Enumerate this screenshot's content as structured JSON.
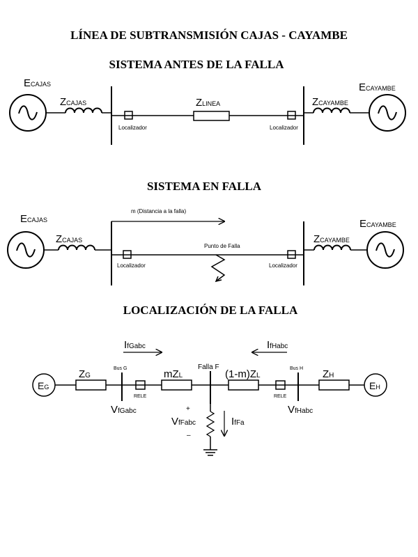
{
  "titles": {
    "main": "LÍNEA DE SUBTRANSMISIÓN CAJAS - CAYAMBE",
    "before": "SISTEMA ANTES DE LA FALLA",
    "fault": "SISTEMA EN FALLA",
    "location": "LOCALIZACIÓN DE LA FALLA"
  },
  "before": {
    "e_cajas": {
      "base": "E",
      "sub": "CAJAS"
    },
    "e_cayambe": {
      "base": "E",
      "sub": "CAYAMBE"
    },
    "z_cajas": {
      "base": "Z",
      "sub": "CAJAS"
    },
    "z_linea": {
      "base": "Z",
      "sub": "LINEA"
    },
    "z_cayambe": {
      "base": "Z",
      "sub": "CAYAMBE"
    },
    "loc_left": "Localizador",
    "loc_right": "Localizador"
  },
  "fault": {
    "e_cajas": {
      "base": "E",
      "sub": "CAJAS"
    },
    "e_cayambe": {
      "base": "E",
      "sub": "CAYAMBE"
    },
    "z_cajas": {
      "base": "Z",
      "sub": "CAJAS"
    },
    "z_cayambe": {
      "base": "Z",
      "sub": "CAYAMBE"
    },
    "distance_label": "m (Distancia a la falla)",
    "fault_point": "Punto de Falla",
    "loc_left": "Localizador",
    "loc_right": "Localizador"
  },
  "location": {
    "if_gabc": {
      "base": "I",
      "sub": "fGabc"
    },
    "if_habc": {
      "base": "I",
      "sub": "fHabc"
    },
    "e_g": {
      "base": "E",
      "sub": "G"
    },
    "e_h": {
      "base": "E",
      "sub": "H"
    },
    "z_g": {
      "base": "Z",
      "sub": "G"
    },
    "z_h": {
      "base": "Z",
      "sub": "H"
    },
    "mz_l": {
      "base": "mZ",
      "sub": "L"
    },
    "one_m_z_l": {
      "base": "(1-m)Z",
      "sub": "L"
    },
    "bus_g": "Bus G",
    "bus_h": "Bus H",
    "falla_f": "Falla F",
    "rele_left": "RELE",
    "rele_right": "RELE",
    "vf_gabc": {
      "base": "V",
      "sub": "fGabc"
    },
    "vf_habc": {
      "base": "V",
      "sub": "fHabc"
    },
    "vf_fabc": {
      "base": "V",
      "sub": "fFabc"
    },
    "if_fa": {
      "base": "I",
      "sub": "fFa"
    },
    "plus": "+",
    "minus": "–"
  }
}
